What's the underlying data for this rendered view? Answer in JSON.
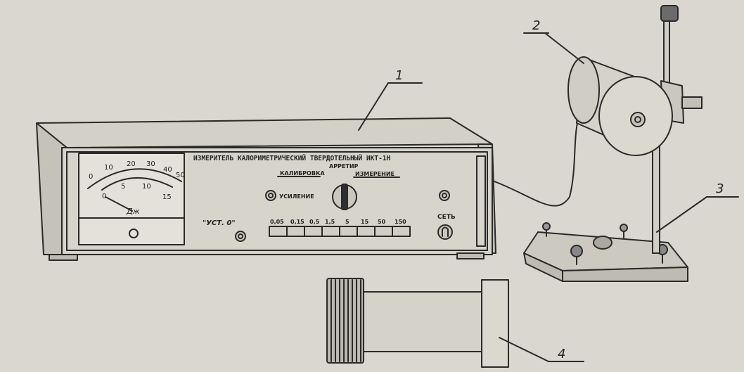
{
  "callouts": [
    "1",
    "2",
    "3",
    "4"
  ],
  "device": {
    "title": "ИЗМЕРИТЕЛЬ КАЛОРИМЕТРИЧЕСКИЙ ТВЕРДОТЕЛЬНЫЙ ИКТ-1Н",
    "meter": {
      "outer_scale": [
        "0",
        "10",
        "20",
        "30",
        "40",
        "50"
      ],
      "inner_scale": [
        "0",
        "5",
        "10",
        "15"
      ],
      "unit": "Дж"
    },
    "labels": {
      "calibration": "КАЛИБРОВКА",
      "arrest": "АРРЕТИР",
      "measure": "ИЗМЕРЕНИЕ",
      "gain": "УСИЛЕНИЕ",
      "zero_set": "\"УСТ. 0\"",
      "power": "СЕТЬ"
    },
    "ranges": [
      "0,05",
      "0,15",
      "0,5",
      "1,5",
      "5",
      "15",
      "50",
      "150"
    ]
  },
  "colors": {
    "paper": "#d9d7cf",
    "ink": "#2a2a2a",
    "panel": "#cfcdc4"
  }
}
